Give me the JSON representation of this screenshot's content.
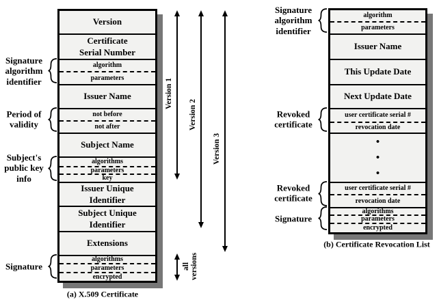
{
  "colors": {
    "cell_bg": "#f2f2f0",
    "shadow": "#777777",
    "line": "#000000"
  },
  "diagram_a": {
    "caption": "(a) X.509 Certificate",
    "rows": [
      {
        "label": "Version"
      },
      {
        "label": "Certificate\nSerial Number"
      },
      {
        "label": "algorithm"
      },
      {
        "label": "parameters"
      },
      {
        "label": "Issuer Name"
      },
      {
        "label": "not before"
      },
      {
        "label": "not after"
      },
      {
        "label": "Subject Name"
      },
      {
        "label": "algorithms"
      },
      {
        "label": "parameters"
      },
      {
        "label": "key"
      },
      {
        "label": "Issuer Unique\nIdentifier"
      },
      {
        "label": "Subject Unique\nIdentifier"
      },
      {
        "label": "Extensions"
      },
      {
        "label": "algorithms"
      },
      {
        "label": "parameters"
      },
      {
        "label": "encrypted"
      }
    ],
    "side_labels": [
      {
        "text": "Signature\nalgorithm\nidentifier"
      },
      {
        "text": "Period of\nvalidity"
      },
      {
        "text": "Subject's\npublic key\ninfo"
      },
      {
        "text": "Signature"
      }
    ],
    "version_arrows": [
      "Version 1",
      "Version 2",
      "Version 3"
    ],
    "all_versions_label": "all\nversions"
  },
  "diagram_b": {
    "caption": "(b) Certificate Revocation List",
    "rows": [
      {
        "label": "algorithm"
      },
      {
        "label": "parameters"
      },
      {
        "label": "Issuer Name"
      },
      {
        "label": "This Update Date"
      },
      {
        "label": "Next Update Date"
      },
      {
        "label": "user certificate serial #"
      },
      {
        "label": "revocation date"
      },
      {
        "label": "•\n•\n•"
      },
      {
        "label": "user certificate serial #"
      },
      {
        "label": "revocation date"
      },
      {
        "label": "algorithms"
      },
      {
        "label": "parameters"
      },
      {
        "label": "encrypted"
      }
    ],
    "side_labels": [
      {
        "text": "Signature\nalgorithm\nidentifier"
      },
      {
        "text": "Revoked\ncertificate"
      },
      {
        "text": "Revoked\ncertificate"
      },
      {
        "text": "Signature"
      }
    ]
  }
}
